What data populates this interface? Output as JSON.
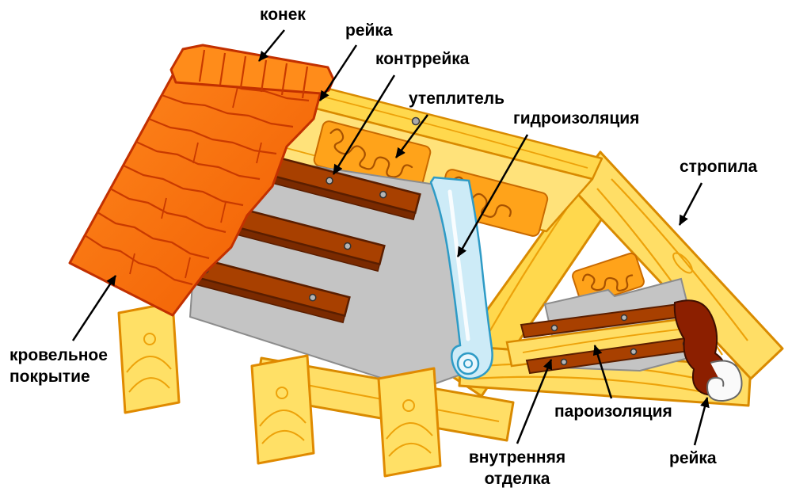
{
  "labels": {
    "konek": "конек",
    "rejka_top": "рейка",
    "kontrrejka": "контррейка",
    "uteplitel": "утеплитель",
    "gidroizolyaciya": "гидроизоляция",
    "stropila": "стропила",
    "krovelnoe_pokrytie": "кровельное\nпокрытие",
    "paroizolyaciya": "пароизоляция",
    "vnutrennyaya_otdelka": "внутренняя\nотделка",
    "rejka_bottom": "рейка"
  },
  "colors": {
    "roofing_orange": "#F96800",
    "ridge_orange": "#FF8C1A",
    "wood_yellow": "#FFDE66",
    "wood_outline": "#D98A00",
    "wood_grain": "#EDA20A",
    "batten_brown": "#A84000",
    "batten_brown_dark": "#7A2A00",
    "membrane_gray": "#C4C4C4",
    "hydro_blue": "#CDEBF7",
    "insulation_orange": "#FFA31A",
    "insulation_swirl": "#A85200",
    "vapor_roll_red": "#8C1F00",
    "label_color": "#000000",
    "background": "#FFFFFF"
  }
}
